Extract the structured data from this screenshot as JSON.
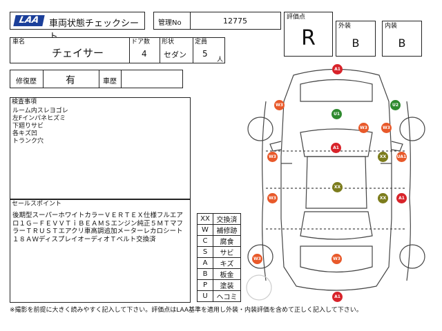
{
  "header": {
    "logo": "LAA",
    "title": "車両状態チェックシート",
    "mgmt_label": "管理No",
    "mgmt_value": "12775"
  },
  "grade": {
    "label": "評価点",
    "value": "R",
    "exterior_label": "外装",
    "exterior_value": "B",
    "interior_label": "内装",
    "interior_value": "B"
  },
  "car": {
    "name_label": "車名",
    "name_value": "チェイサー",
    "doors_label": "ドア数",
    "doors_value": "4",
    "shape_label": "形状",
    "shape_value": "セダン",
    "capacity_label": "定員",
    "capacity_value": "5",
    "capacity_unit": "人"
  },
  "history": {
    "repair_label": "修復歴",
    "repair_value": "有",
    "vehicle_history_label": "車歴",
    "vehicle_history_value": ""
  },
  "inspection": {
    "label": "検査事項",
    "text": "ルーム内スレヨゴレ\n左Fインパネヒズミ\n下廻りサビ\n各キズ凹\nトランク穴"
  },
  "sales": {
    "label": "セールスポイント",
    "text": "後期型スーパーホワイトカラーＶＥＲＴＥＸ仕様フルエアロ１Ｇ－ＦＥＶＶＴｉＢＥＡＭＳエンジン純正５ＭＴマフラーＴＲＵＳＴエアクリ車高調追加メーターレカロシート１８ＡＷディスプレイオーディオＴベルト交換済"
  },
  "legend": [
    {
      "code": "XX",
      "meaning": "交換済"
    },
    {
      "code": "W",
      "meaning": "補修跡"
    },
    {
      "code": "C",
      "meaning": "腐食"
    },
    {
      "code": "S",
      "meaning": "サビ"
    },
    {
      "code": "A",
      "meaning": "キズ"
    },
    {
      "code": "B",
      "meaning": "板金"
    },
    {
      "code": "P",
      "meaning": "塗装"
    },
    {
      "code": "U",
      "meaning": "ヘコミ"
    }
  ],
  "footer": "※撮影を前提に大きく読みやすく記入して下さい。評価点はLAA基準を適用し外装・内装評価を含めて正しく記入して下さい。",
  "colors": {
    "red": "#d8232a",
    "orange": "#e8592a",
    "green": "#2f8a2f",
    "olive": "#7c7c1c"
  },
  "markers": [
    {
      "code": "A1",
      "color": "red"
    },
    {
      "code": "W3",
      "color": "orange"
    },
    {
      "code": "U1",
      "color": "green"
    },
    {
      "code": "U2",
      "color": "green"
    },
    {
      "code": "W3",
      "color": "orange"
    },
    {
      "code": "W3",
      "color": "orange"
    },
    {
      "code": "A1",
      "color": "red"
    },
    {
      "code": "W3",
      "color": "orange"
    },
    {
      "code": "XX",
      "color": "olive"
    },
    {
      "code": "UA1",
      "color": "orange"
    },
    {
      "code": "XX",
      "color": "olive"
    },
    {
      "code": "W3",
      "color": "orange"
    },
    {
      "code": "XX",
      "color": "olive"
    },
    {
      "code": "A1",
      "color": "red"
    },
    {
      "code": "W3",
      "color": "orange"
    },
    {
      "code": "W3",
      "color": "orange"
    },
    {
      "code": "A1",
      "color": "red"
    }
  ]
}
